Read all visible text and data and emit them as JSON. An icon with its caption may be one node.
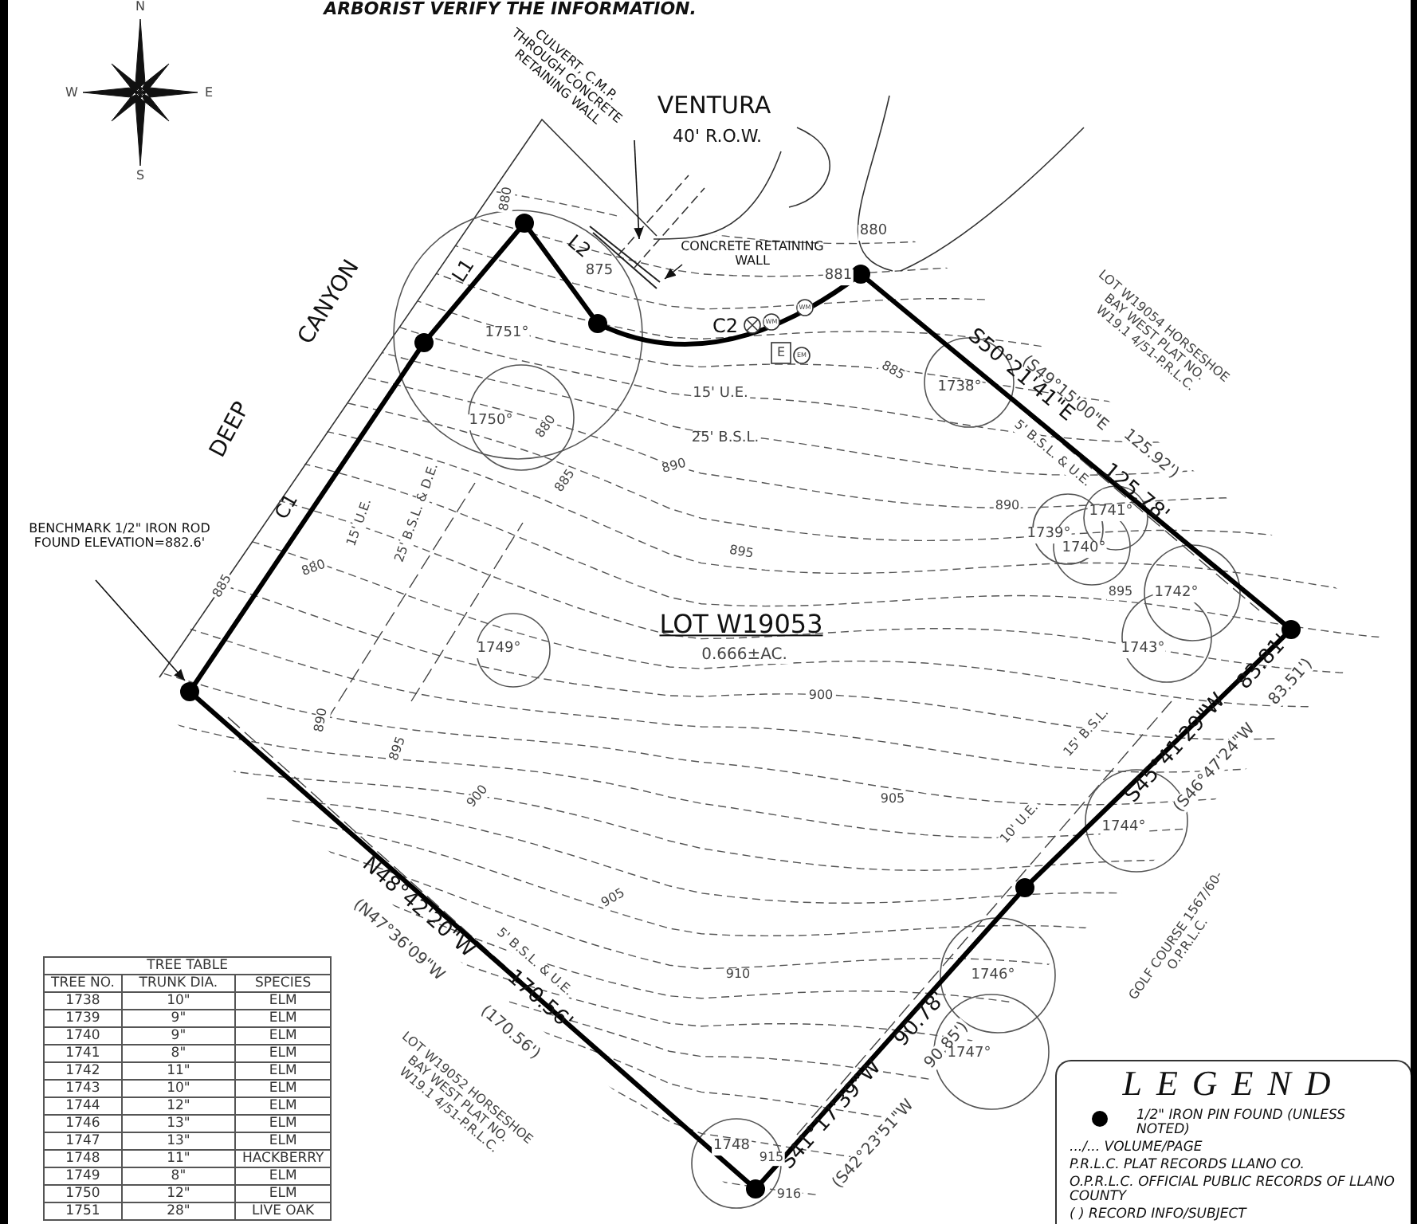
{
  "diagram": {
    "nodes": [
      {
        "text": [
          "BENCHMARK 1/2\" IRON ROD FOUND ELEVATION=882.6'"
        ]
      },
      {
        "text": [
          "CULVERT, C.M.P. THROUGH CONCRETE RETAINING WALL"
        ]
      },
      {
        "text": [
          "CONCRETE RETAINING WALL"
        ]
      },
      {
        "text": [],
        "shape": "circle"
      },
      {
        "text": [],
        "shape": "bar"
      },
      {
        "text": [],
        "shape": "bar"
      }
    ],
    "edges": [
      {
        "from": 0,
        "to": 3,
        "arrow": "to"
      },
      {
        "from": 1,
        "to": 4,
        "arrow": "to"
      },
      {
        "from": 2,
        "to": 5,
        "arrow": "to"
      }
    ],
    "labels": [
      "ARBORIST VERIFY THE INFORMATION.",
      "N",
      "W",
      "E",
      "S",
      "VENTURA",
      "40' R.O.W.",
      "CANYON",
      "DEEP",
      "880",
      "L2",
      "L1",
      "875",
      "880",
      "881",
      "C2",
      "WM",
      "WM",
      "E",
      "EM",
      "1751°",
      "15' U.E.",
      "25' B.S.L.",
      "1750°",
      "880",
      "885",
      "885",
      "1738°",
      "LOT W19054 HORSESHOE BAY WEST PLAT NO. W19.1 4/51-P.R.L.C.",
      "(S49°15'00\"E",
      "S50°21'41\"E",
      "125.92')",
      "125.78'",
      "5' B.S.L. & U.E.",
      "890",
      "1739°",
      "1740°",
      "1741°",
      "895",
      "1742°",
      "1743°",
      "C1",
      "885",
      "15' U.E.",
      "25' B.S.L. & D.E.",
      "880",
      "890",
      "895",
      "LOT W19053",
      "1749°",
      "0.666±AC.",
      "900",
      "83.81'",
      "83.51')",
      "S45°41'29\"W",
      "(S46°47'24\"W",
      "15' B.S.L.",
      "890",
      "895",
      "905",
      "900",
      "10' U.E.",
      "1744°",
      "905",
      "N48°42'20\"W",
      "(N47°36'09\"W",
      "5' B.S.L. & U.E.",
      "170.56'",
      "(170.56')",
      "910",
      "1746°",
      "GOLF COURSE 1567/60-O.P.R.L.C.",
      "LOT W19052 HORSESHOE BAY WEST PLAT NO. W19.1 4/51-P.R.L.C.",
      "90.78'",
      "90.85')",
      "1747°",
      "S41°17'39\"W",
      "(S42°23'51\"W",
      "1748",
      "915",
      "916",
      "LEGEND",
      "TREE TABLE",
      "TREE NO.",
      "TRUNK DIA.",
      "SPECIES",
      "1738",
      "10\"",
      "ELM",
      "1739",
      "9\"",
      "ELM",
      "1740",
      "9\"",
      "ELM",
      "1741",
      "8\"",
      "ELM",
      "1742",
      "11\"",
      "ELM",
      "1743",
      "10\"",
      "ELM",
      "1744",
      "12\"",
      "ELM",
      "1746",
      "13\"",
      "ELM",
      "1747",
      "13\"",
      "ELM",
      "1748",
      "11\"",
      "HACKBERRY",
      "1749",
      "8\"",
      "ELM",
      "1750",
      "12\"",
      "ELM",
      "1751",
      "28\"",
      "LIVE OAK"
    ],
    "legend": [
      {
        "text": "1/2\" IRON PIN FOUND (UNLESS NOTED)"
      },
      {
        "text": ".../... VOLUME/PAGE"
      },
      {
        "text": "P.R.L.C. PLAT RECORDS LLANO CO."
      },
      {
        "text": "O.P.R.L.C. OFFICIAL PUBLIC RECORDS OF LLANO COUNTY"
      },
      {
        "text": "( ) RECORD INFO/SUBJECT"
      }
    ]
  }
}
